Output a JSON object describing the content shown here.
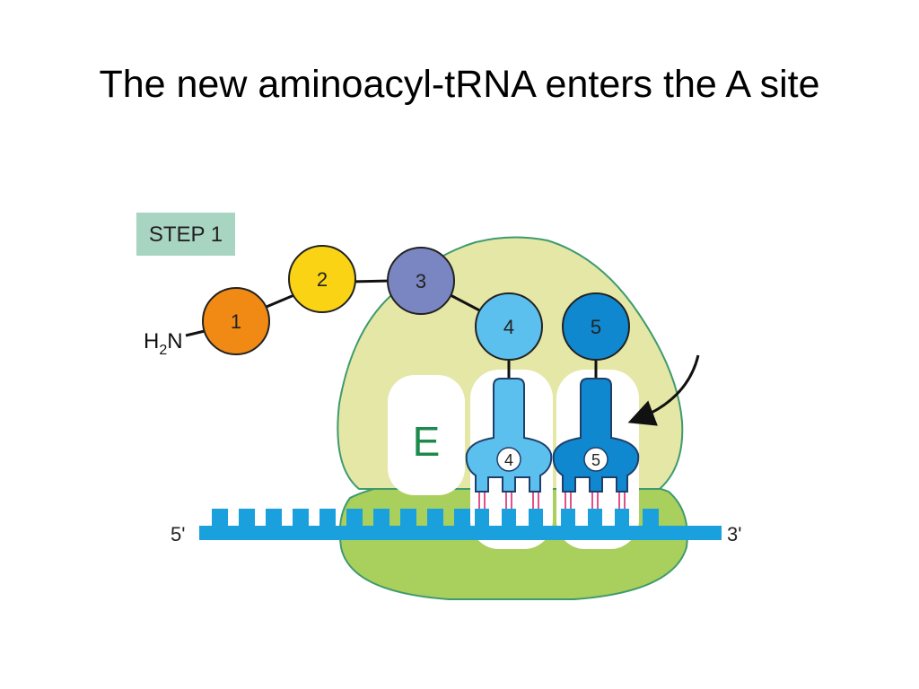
{
  "slide": {
    "title": "The new aminoacyl-tRNA enters the A site"
  },
  "diagram": {
    "step_label": "STEP 1",
    "amino_terminus": {
      "prefix": "H",
      "subscript": "2",
      "suffix": "N"
    },
    "amino_acids": [
      "1",
      "2",
      "3",
      "4",
      "5"
    ],
    "e_site_label": "E",
    "trna_labels": [
      "4",
      "5"
    ],
    "mrna_end_5": "5'",
    "mrna_end_3": "3'",
    "colors": {
      "large_subunit": "#e4e7a6",
      "small_subunit": "#a9cf5c",
      "subunit_outline": "#3f9a6e",
      "mrna": "#1aa0dc",
      "trna_p": "#5cc0ee",
      "trna_a": "#0f88cf",
      "aa1": "#f08a14",
      "aa2": "#f9d314",
      "aa3": "#7a86c2",
      "aa4": "#5cc0ee",
      "aa5": "#0f88cf",
      "base_pair": "#e0508a",
      "step_box": "#a8d4c2",
      "e_label": "#1b8a4a"
    }
  }
}
